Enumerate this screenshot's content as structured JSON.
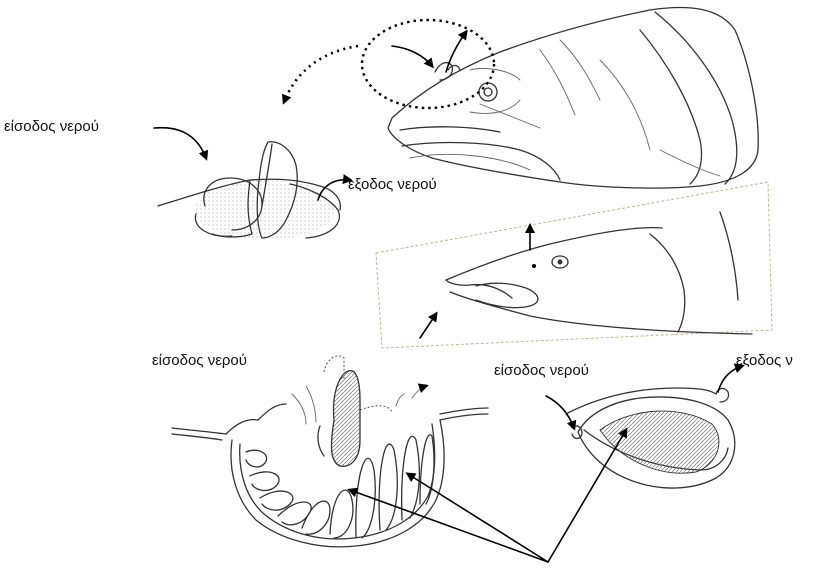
{
  "labels": {
    "water_in_1": "είσοδος νερού",
    "water_out_1": "εξοδος νερού",
    "water_in_2": "είσοδος νερού",
    "water_in_3": "είσοδος νερού",
    "water_out_2": "εξοδος ν"
  },
  "colors": {
    "ink": "#333333",
    "stipple": "#999999",
    "box_border": "#c8c29a"
  }
}
